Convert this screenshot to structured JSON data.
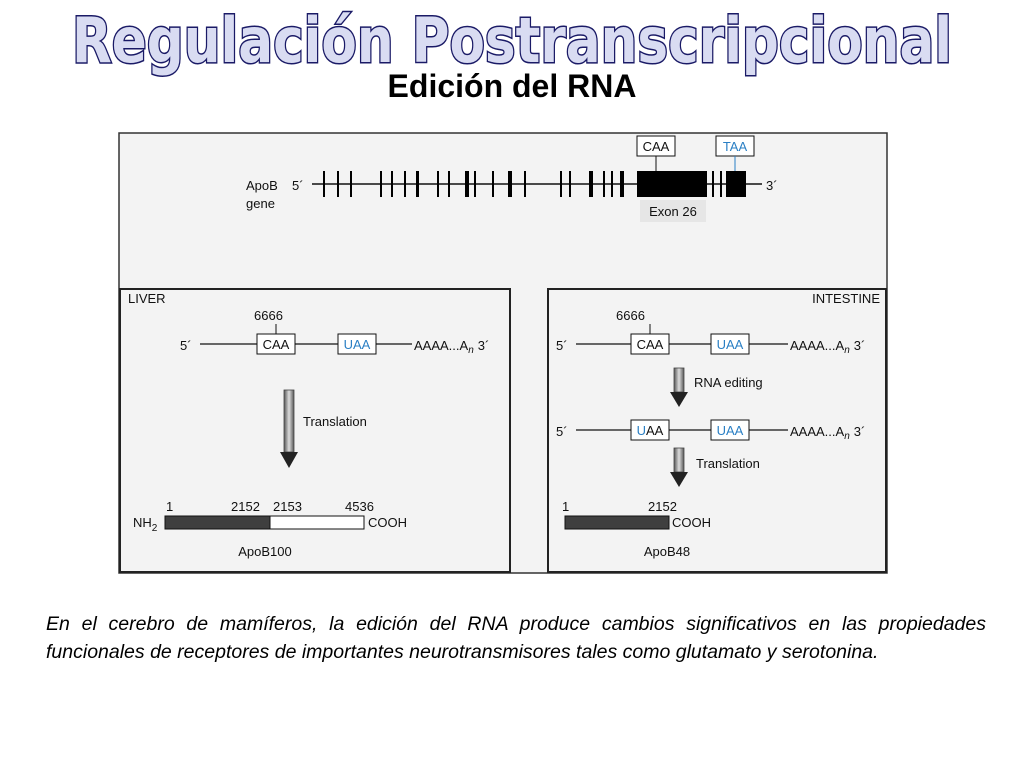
{
  "title": "Regulación Postranscripcional",
  "subtitle": "Edición del RNA",
  "gene": {
    "label_line1": "ApoB",
    "label_line2": "gene",
    "five_prime": "5´",
    "three_prime": "3´",
    "codon_caa": "CAA",
    "codon_taa": "TAA",
    "exon_label": "Exon 26"
  },
  "liver": {
    "panel_label": "LIVER",
    "position": "6666",
    "five_prime": "5´",
    "codon1": "CAA",
    "codon2": "UAA",
    "poly_a": "AAAA...A",
    "poly_a_sub": "n",
    "three_prime": "3´",
    "arrow_label": "Translation",
    "tick_1": "1",
    "tick_2152": "2152",
    "tick_2153": "2153",
    "tick_4536": "4536",
    "nh2": "NH",
    "nh2_sub": "2",
    "cooh": "COOH",
    "protein": "ApoB100"
  },
  "intestine": {
    "panel_label": "INTESTINE",
    "position": "6666",
    "five_prime": "5´",
    "codon1": "CAA",
    "codon2": "UAA",
    "poly_a": "AAAA...A",
    "poly_a_sub": "n",
    "three_prime": "3´",
    "editing_label": "RNA editing",
    "edited_codon1_first": "U",
    "edited_codon1_rest": "AA",
    "edited_codon2": "UAA",
    "five_prime_2": "5´",
    "poly_a_2": "AAAA...A",
    "three_prime_2": "3´",
    "arrow_label": "Translation",
    "tick_1": "1",
    "tick_2152": "2152",
    "cooh": "COOH",
    "protein": "ApoB48"
  },
  "colors": {
    "title_fill": "#d9dcf2",
    "title_stroke": "#1a1a66",
    "accent_blue": "#2a7fc4",
    "panel_bg": "#f3f3f3",
    "protein_dark": "#3f3f3f"
  },
  "caption": "En el cerebro de mamíferos, la edición del RNA produce cambios significativos en las propiedades funcionales de receptores de importantes neurotransmisores tales como glutamato y serotonina."
}
